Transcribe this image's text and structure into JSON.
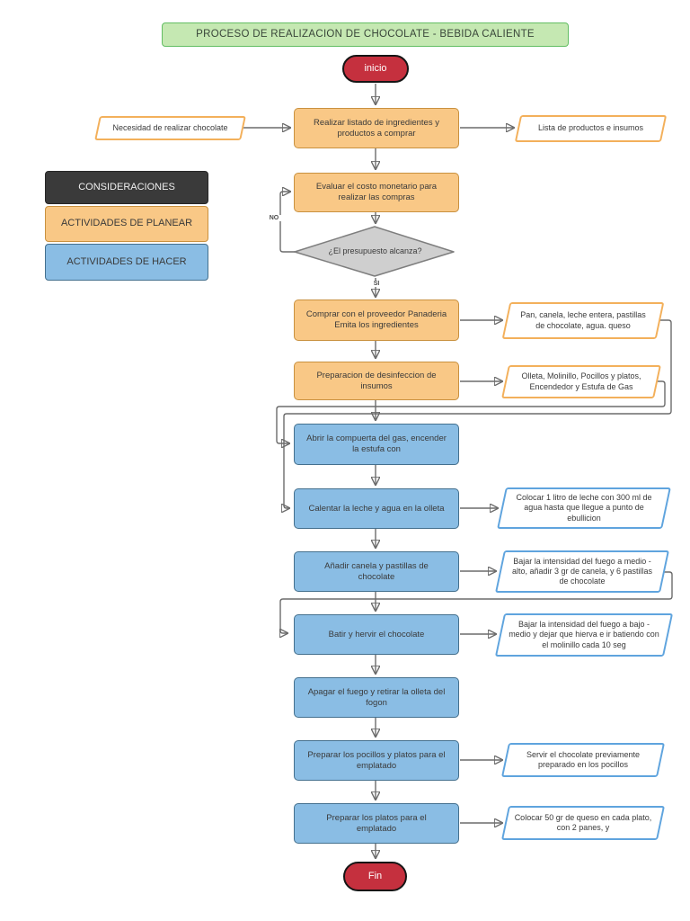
{
  "title": "PROCESO DE REALIZACION DE CHOCOLATE - BEBIDA CALIENTE",
  "terminators": {
    "start": "inicio",
    "end": "Fin"
  },
  "legend": {
    "considerations": "CONSIDERACIONES",
    "plan_activities": "ACTIVIDADES DE PLANEAR",
    "do_activities": "ACTIVIDADES DE HACER"
  },
  "decision": {
    "question": "¿El presupuesto alcanza?",
    "no_label": "NO",
    "yes_label": "SI"
  },
  "steps": {
    "need": "Necesidad de realizar chocolate",
    "make_list": "Realizar listado de ingredientes y productos a comprar",
    "product_list": "Lista de productos e insumos",
    "evaluate_cost": "Evaluar el costo monetario para realizar las compras",
    "buy_ingredients": "Comprar con el proveedor Panaderia Emita los ingredientes",
    "ingredients_output": "Pan, canela, leche entera, pastillas de chocolate, agua. queso",
    "disinfect": "Preparacion de desinfeccion de insumos",
    "utensils_output": "Olleta, Molinillo, Pocillos y platos, Encendedor y Estufa de Gas",
    "open_gas": "Abrir la compuerta del gas, encender la estufa con",
    "heat_milk": "Calentar la leche y agua en la olleta",
    "heat_milk_note": "Colocar 1 litro de leche con 300 ml de agua hasta que llegue a punto de ebullicion",
    "add_cinnamon": "Añadir canela y pastillas de chocolate",
    "add_cinnamon_note": "Bajar la intensidad del fuego a medio - alto, añadir 3 gr de canela, y 6 pastillas de chocolate",
    "whisk_boil": "Batir y hervir el chocolate",
    "whisk_boil_note": "Bajar la intensidad del fuego a bajo - medio y dejar que hierva e ir batiendo con el molinillo cada 10 seg",
    "turn_off": "Apagar el fuego y retirar la olleta del fogon",
    "prepare_cups": "Preparar los pocillos y platos para el emplatado",
    "serve_note": "Servir el chocolate previamente preparado en los pocillos",
    "prepare_plates": "Preparar los platos para el emplatado",
    "plate_note": "Colocar 50 gr de queso en cada plato, con 2 panes, y"
  },
  "colors": {
    "plan": "#F9C886",
    "plan_border": "#C9913F",
    "plan_io_border": "#F3B05B",
    "do": "#8ABDE4",
    "do_border": "#44708E",
    "do_io_border": "#5FA4DE",
    "terminator": "#C5303E",
    "terminator_border": "#151515",
    "title_bg": "#C5E8B2",
    "title_border": "#63BE63",
    "decision_bg": "#CFCFCF",
    "decision_border": "#7E7E7E",
    "considerations_bg": "#3A3A3A",
    "connector": "#6B6B6B",
    "text": "#3A3A3A"
  }
}
